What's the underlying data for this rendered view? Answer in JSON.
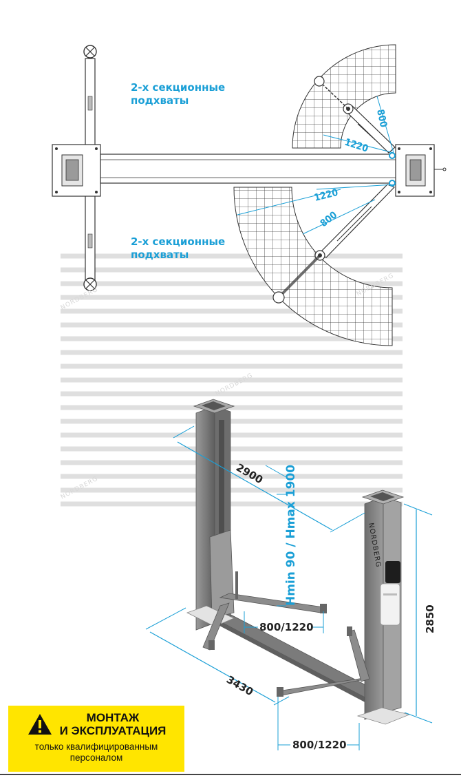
{
  "top_view": {
    "label_top": [
      "2-х секционные",
      "подхваты"
    ],
    "label_bottom": [
      "2-х секционные",
      "подхваты"
    ],
    "dims": {
      "arm_short_top": "800",
      "arm_long_top": "1220",
      "arm_long_bottom": "1220",
      "arm_short_bottom": "800"
    }
  },
  "iso_view": {
    "width_dim": "2900",
    "height_dim": "Hmin 90 / Hmax 1900",
    "post_height_dim": "2850",
    "depth_dim": "3430",
    "arm_reach_upper": "800/1220",
    "arm_reach_lower": "800/1220",
    "brand_on_post": "NORDBERG"
  },
  "watermark": "NORDBERG",
  "warning": {
    "title_line1": "МОНТАЖ",
    "title_line2": "И ЭКСПЛУАТАЦИЯ",
    "subtitle_line1": "только квалифицированным",
    "subtitle_line2": "персоналом",
    "background": "#ffe500",
    "icon": "warning-triangle-icon"
  },
  "colors": {
    "accent": "#1a9fd6",
    "steel": "#8a8a8a",
    "steel_dark": "#5d5d5d"
  }
}
